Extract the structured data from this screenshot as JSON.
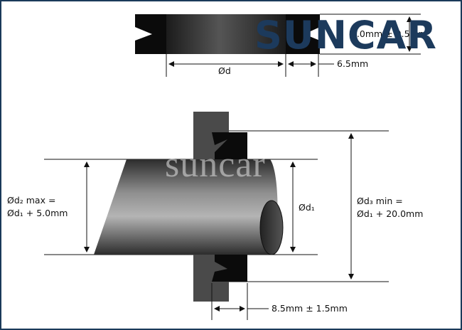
{
  "brand": {
    "logo_text": "SUNCAR",
    "watermark_text": "suncar"
  },
  "top_view": {
    "height_label": "6.0mm ± 0.5mm",
    "width_label": "6.5mm",
    "diameter_label": "Ød"
  },
  "section_view": {
    "shaft_diameter_label": "Ød₁",
    "d2_line1": "Ød₂ max =",
    "d2_line2": "Ød₁ + 5.0mm",
    "d3_line1": "Ød₃ min =",
    "d3_line2": "Ød₁ + 20.0mm",
    "gap_label": "8.5mm ± 1.5mm"
  },
  "colors": {
    "seal": "#0b0b0b",
    "shaft_dark": "#2e2e2e",
    "shaft_light": "#9a9a9a",
    "housing": "#4a4a4a",
    "logo": "#1c3a5c"
  }
}
